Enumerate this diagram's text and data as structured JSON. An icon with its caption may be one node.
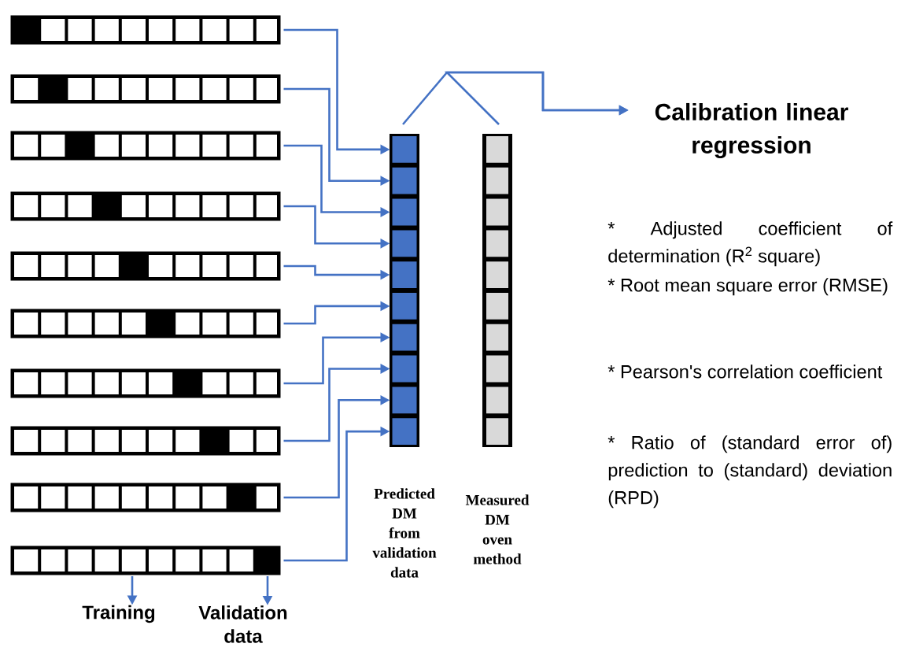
{
  "diagram": {
    "nodes": [
      {
        "text": [],
        "shape": "box"
      },
      {
        "text": [],
        "shape": "box"
      },
      {
        "text": [],
        "shape": "box"
      },
      {
        "text": [],
        "shape": "box"
      },
      {
        "text": [],
        "shape": "box"
      },
      {
        "text": [],
        "shape": "box"
      },
      {
        "text": [],
        "shape": "box"
      },
      {
        "text": [],
        "shape": "box"
      },
      {
        "text": [],
        "shape": "box"
      },
      {
        "text": [],
        "shape": "box"
      },
      {
        "text": [],
        "shape": "bar",
        "beside": [
          "Predicted DM from validation data"
        ]
      },
      {
        "text": [],
        "shape": "box",
        "in": 10
      },
      {
        "text": [],
        "shape": "box",
        "in": 10
      },
      {
        "text": [],
        "shape": "box",
        "in": 10
      },
      {
        "text": [],
        "shape": "box",
        "in": 10
      },
      {
        "text": [],
        "shape": "box",
        "in": 10
      },
      {
        "text": [],
        "shape": "box",
        "in": 10
      },
      {
        "text": [],
        "shape": "box",
        "in": 10
      },
      {
        "text": [],
        "shape": "box",
        "in": 10
      },
      {
        "text": [],
        "shape": "box",
        "in": 10
      },
      {
        "text": [],
        "shape": "box",
        "in": 10
      },
      {
        "text": [],
        "shape": "bar",
        "beside": [
          "Measured DM oven method"
        ]
      },
      {
        "text": [
          "Calibration linear regression"
        ]
      },
      {
        "text": [
          "Training"
        ]
      },
      {
        "text": [
          "Validation data"
        ]
      }
    ],
    "edges": [
      {
        "from": 0,
        "to": 11,
        "arrow": "to"
      },
      {
        "from": 1,
        "to": 12,
        "arrow": "to"
      },
      {
        "from": 2,
        "to": 13,
        "arrow": "to"
      },
      {
        "from": 3,
        "to": 14,
        "arrow": "to"
      },
      {
        "from": 4,
        "to": 15,
        "arrow": "to"
      },
      {
        "from": 5,
        "to": 16,
        "arrow": "to"
      },
      {
        "from": 6,
        "to": 17,
        "arrow": "to"
      },
      {
        "from": 7,
        "to": 18,
        "arrow": "to"
      },
      {
        "from": 8,
        "to": 19,
        "arrow": "to"
      },
      {
        "from": 9,
        "to": 20,
        "arrow": "to"
      },
      {
        "from": 10,
        "to": 22,
        "arrow": "to"
      },
      {
        "from": 21,
        "to": 22,
        "arrow": "to"
      },
      {
        "from": 9,
        "to": 23,
        "arrow": "to"
      },
      {
        "from": 9,
        "to": 24,
        "arrow": "to"
      }
    ],
    "labels": [
      "* Adjusted coefficient of determination (R$^{2}$ square)",
      "* Root mean square error (RMSE)",
      "* Pearson's correlation coefficient",
      "* Ratio of (standard error of) prediction to (standard) deviation (RPD)"
    ]
  }
}
